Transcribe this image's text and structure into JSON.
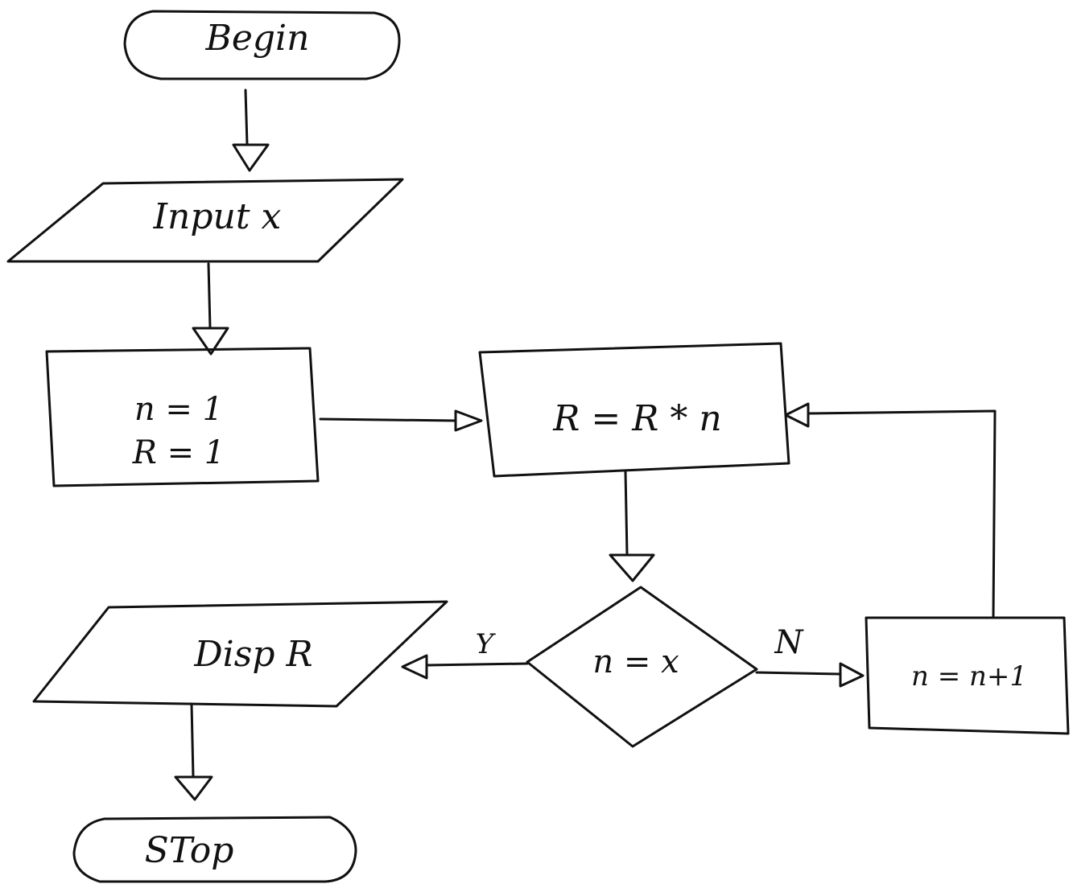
{
  "diagram": {
    "type": "flowchart",
    "style": "hand-drawn",
    "nodes": {
      "begin": {
        "shape": "terminator",
        "text": "Begin"
      },
      "input": {
        "shape": "parallelogram",
        "text": "Input x"
      },
      "init": {
        "shape": "process",
        "line1": "n = 1",
        "line2": "R = 1"
      },
      "multiply": {
        "shape": "process",
        "text": "R = R * n"
      },
      "decision": {
        "shape": "decision",
        "text": "n = x"
      },
      "increment": {
        "shape": "process",
        "text": "n = n+1"
      },
      "display": {
        "shape": "parallelogram",
        "text": "Disp R"
      },
      "stop": {
        "shape": "terminator",
        "text": "STop"
      }
    },
    "edges": [
      {
        "from": "begin",
        "to": "input",
        "label": ""
      },
      {
        "from": "input",
        "to": "init",
        "label": ""
      },
      {
        "from": "init",
        "to": "multiply",
        "label": ""
      },
      {
        "from": "multiply",
        "to": "decision",
        "label": ""
      },
      {
        "from": "decision",
        "to": "display",
        "label": "Y"
      },
      {
        "from": "decision",
        "to": "increment",
        "label": "N"
      },
      {
        "from": "increment",
        "to": "multiply",
        "label": ""
      },
      {
        "from": "display",
        "to": "stop",
        "label": ""
      }
    ],
    "edge_labels": {
      "yes": "Y",
      "no": "N"
    },
    "colors": {
      "ink": "#111111",
      "background": "#ffffff"
    }
  }
}
